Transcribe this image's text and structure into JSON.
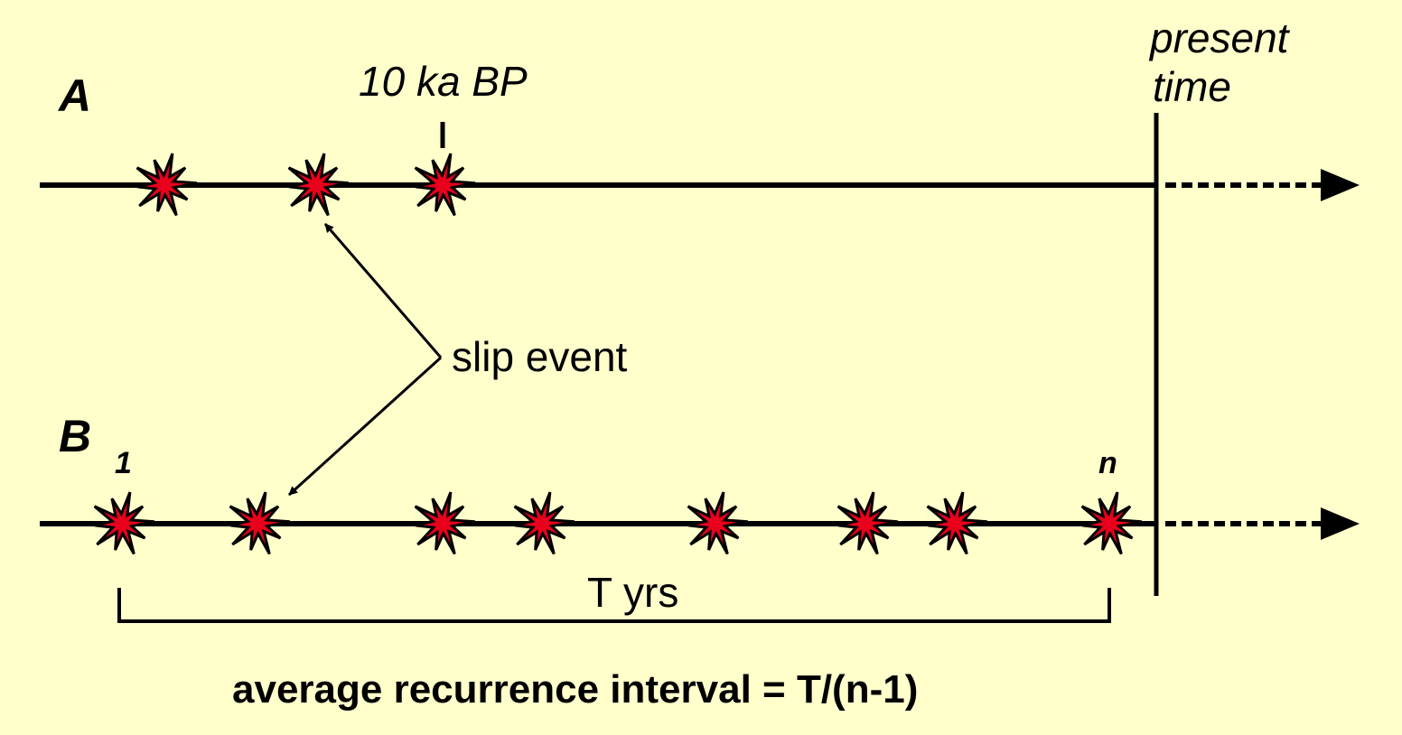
{
  "row_a": {
    "label": "A",
    "marker_label": "10 ka BP",
    "event_count": 3
  },
  "row_b": {
    "label": "B",
    "first_event_label": "1",
    "last_event_label": "n",
    "event_count": 8
  },
  "present_time": {
    "line1": "present",
    "line2": "time"
  },
  "slip_event_label": "slip event",
  "interval_label": "T yrs",
  "formula": "average recurrence interval = T/(n-1)",
  "colors": {
    "background": "#FFFFCC",
    "event_fill": "#E8001C",
    "line": "#000000"
  },
  "icons": {
    "event": "starburst-icon",
    "arrowhead": "arrowhead-icon"
  }
}
